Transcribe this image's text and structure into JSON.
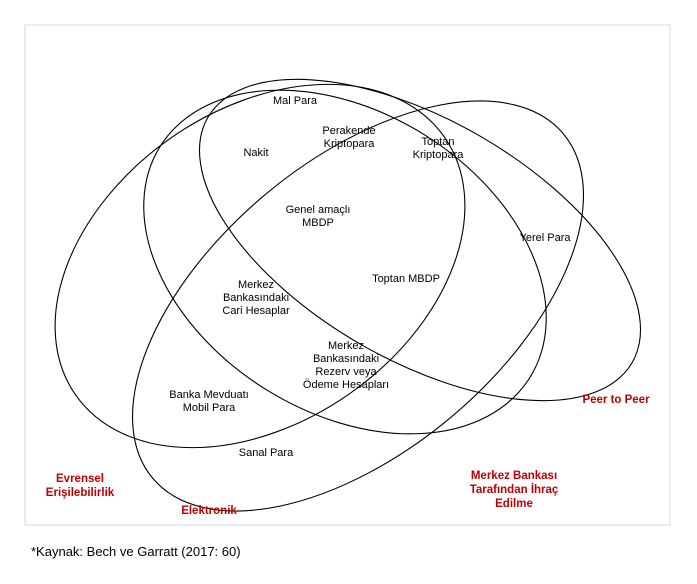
{
  "colors": {
    "accent_red": "#c00000",
    "frame": "#d9d9d9",
    "stroke": "#000000"
  },
  "regions": {
    "mal_para": [
      "Mal Para"
    ],
    "perakende_kriptopara": [
      "Perakende",
      "Kriptopara"
    ],
    "toptan_kriptopara": [
      "Toptan",
      "Kriptopara"
    ],
    "nakit": [
      "Nakit"
    ],
    "genel_amacli_mbdp": [
      "Genel amaçlı",
      "MBDP"
    ],
    "yerel_para": [
      "Yerel Para"
    ],
    "toptan_mbdp": [
      "Toptan MBDP"
    ],
    "merkez_cari": [
      "Merkez",
      "Bankasındaki",
      "Cari Hesaplar"
    ],
    "merkez_rezerv": [
      "Merkez",
      "Bankasındaki",
      "Rezerv veya",
      "Ödeme Hesapları"
    ],
    "banka_mevduati": [
      "Banka Mevduatı",
      "Mobil Para"
    ],
    "sanal_para": [
      "Sanal Para"
    ]
  },
  "set_labels": {
    "peer_to_peer": [
      "Peer to Peer"
    ],
    "merkez_bankasi": [
      "Merkez Bankası",
      "Tarafından İhraç",
      "Edilme"
    ],
    "evrensel": [
      "Evrensel",
      "Erişilebilirlik"
    ],
    "elektronik": [
      "Elektronik"
    ]
  },
  "source": "*Kaynak: Bech ve Garratt (2017: 60)"
}
